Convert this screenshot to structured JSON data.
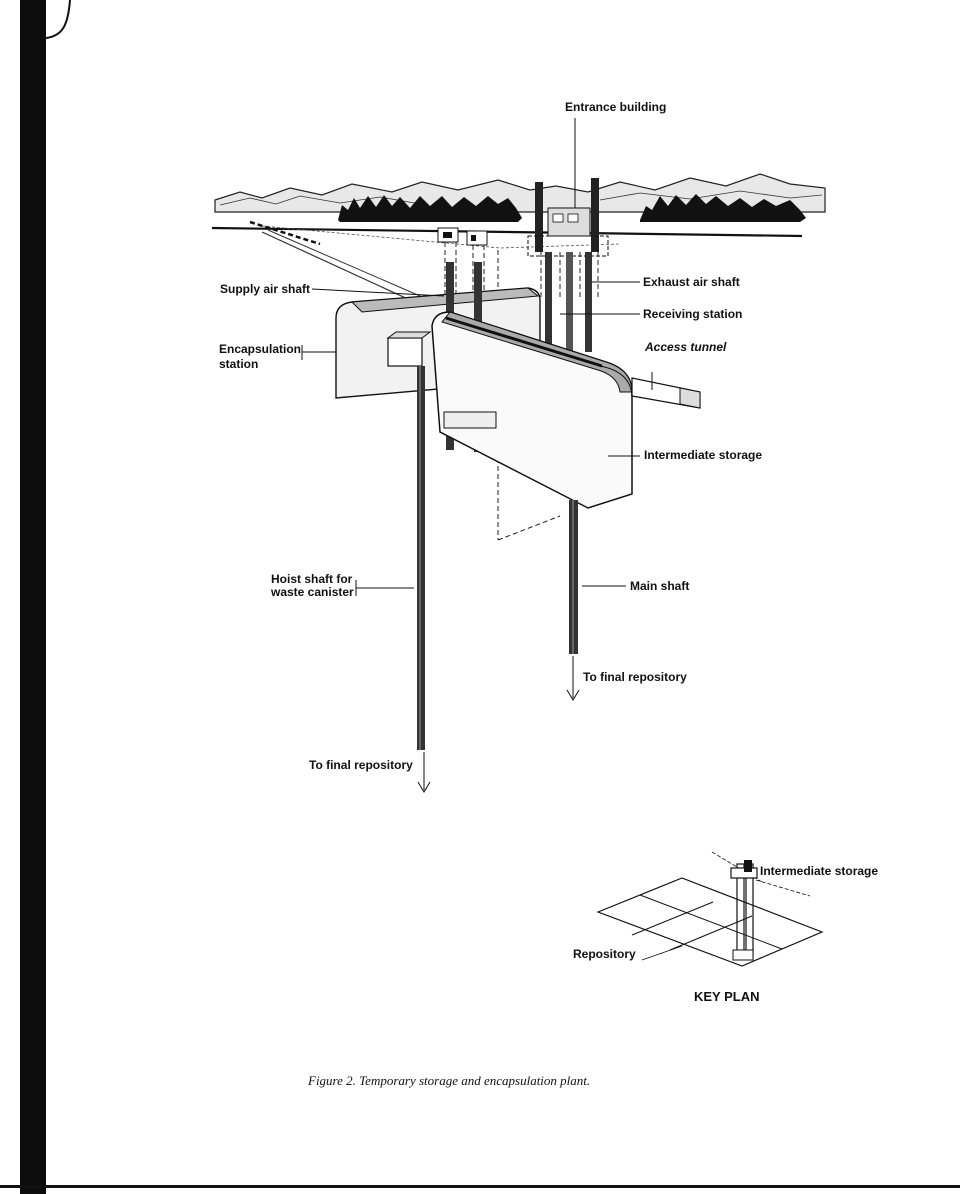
{
  "diagram": {
    "labels": {
      "entrance_building": "Entrance building",
      "supply_air_shaft": "Supply air shaft",
      "exhaust_air_shaft": "Exhaust air shaft",
      "receiving_station": "Receiving station",
      "encapsulation_station_line1": "Encapsulation",
      "encapsulation_station_line2": "station",
      "access_tunnel": "Access tunnel",
      "intermediate_storage": "Intermediate storage",
      "hoist_shaft_line1": "Hoist shaft for",
      "hoist_shaft_line2": "waste canister",
      "main_shaft": "Main shaft",
      "to_final_repository_right": "To final repository",
      "to_final_repository_left": "To final repository"
    },
    "key_plan": {
      "title": "KEY PLAN",
      "intermediate_storage": "Intermediate storage",
      "repository": "Repository"
    },
    "caption": "Figure 2. Temporary storage and encapsulation plant."
  }
}
